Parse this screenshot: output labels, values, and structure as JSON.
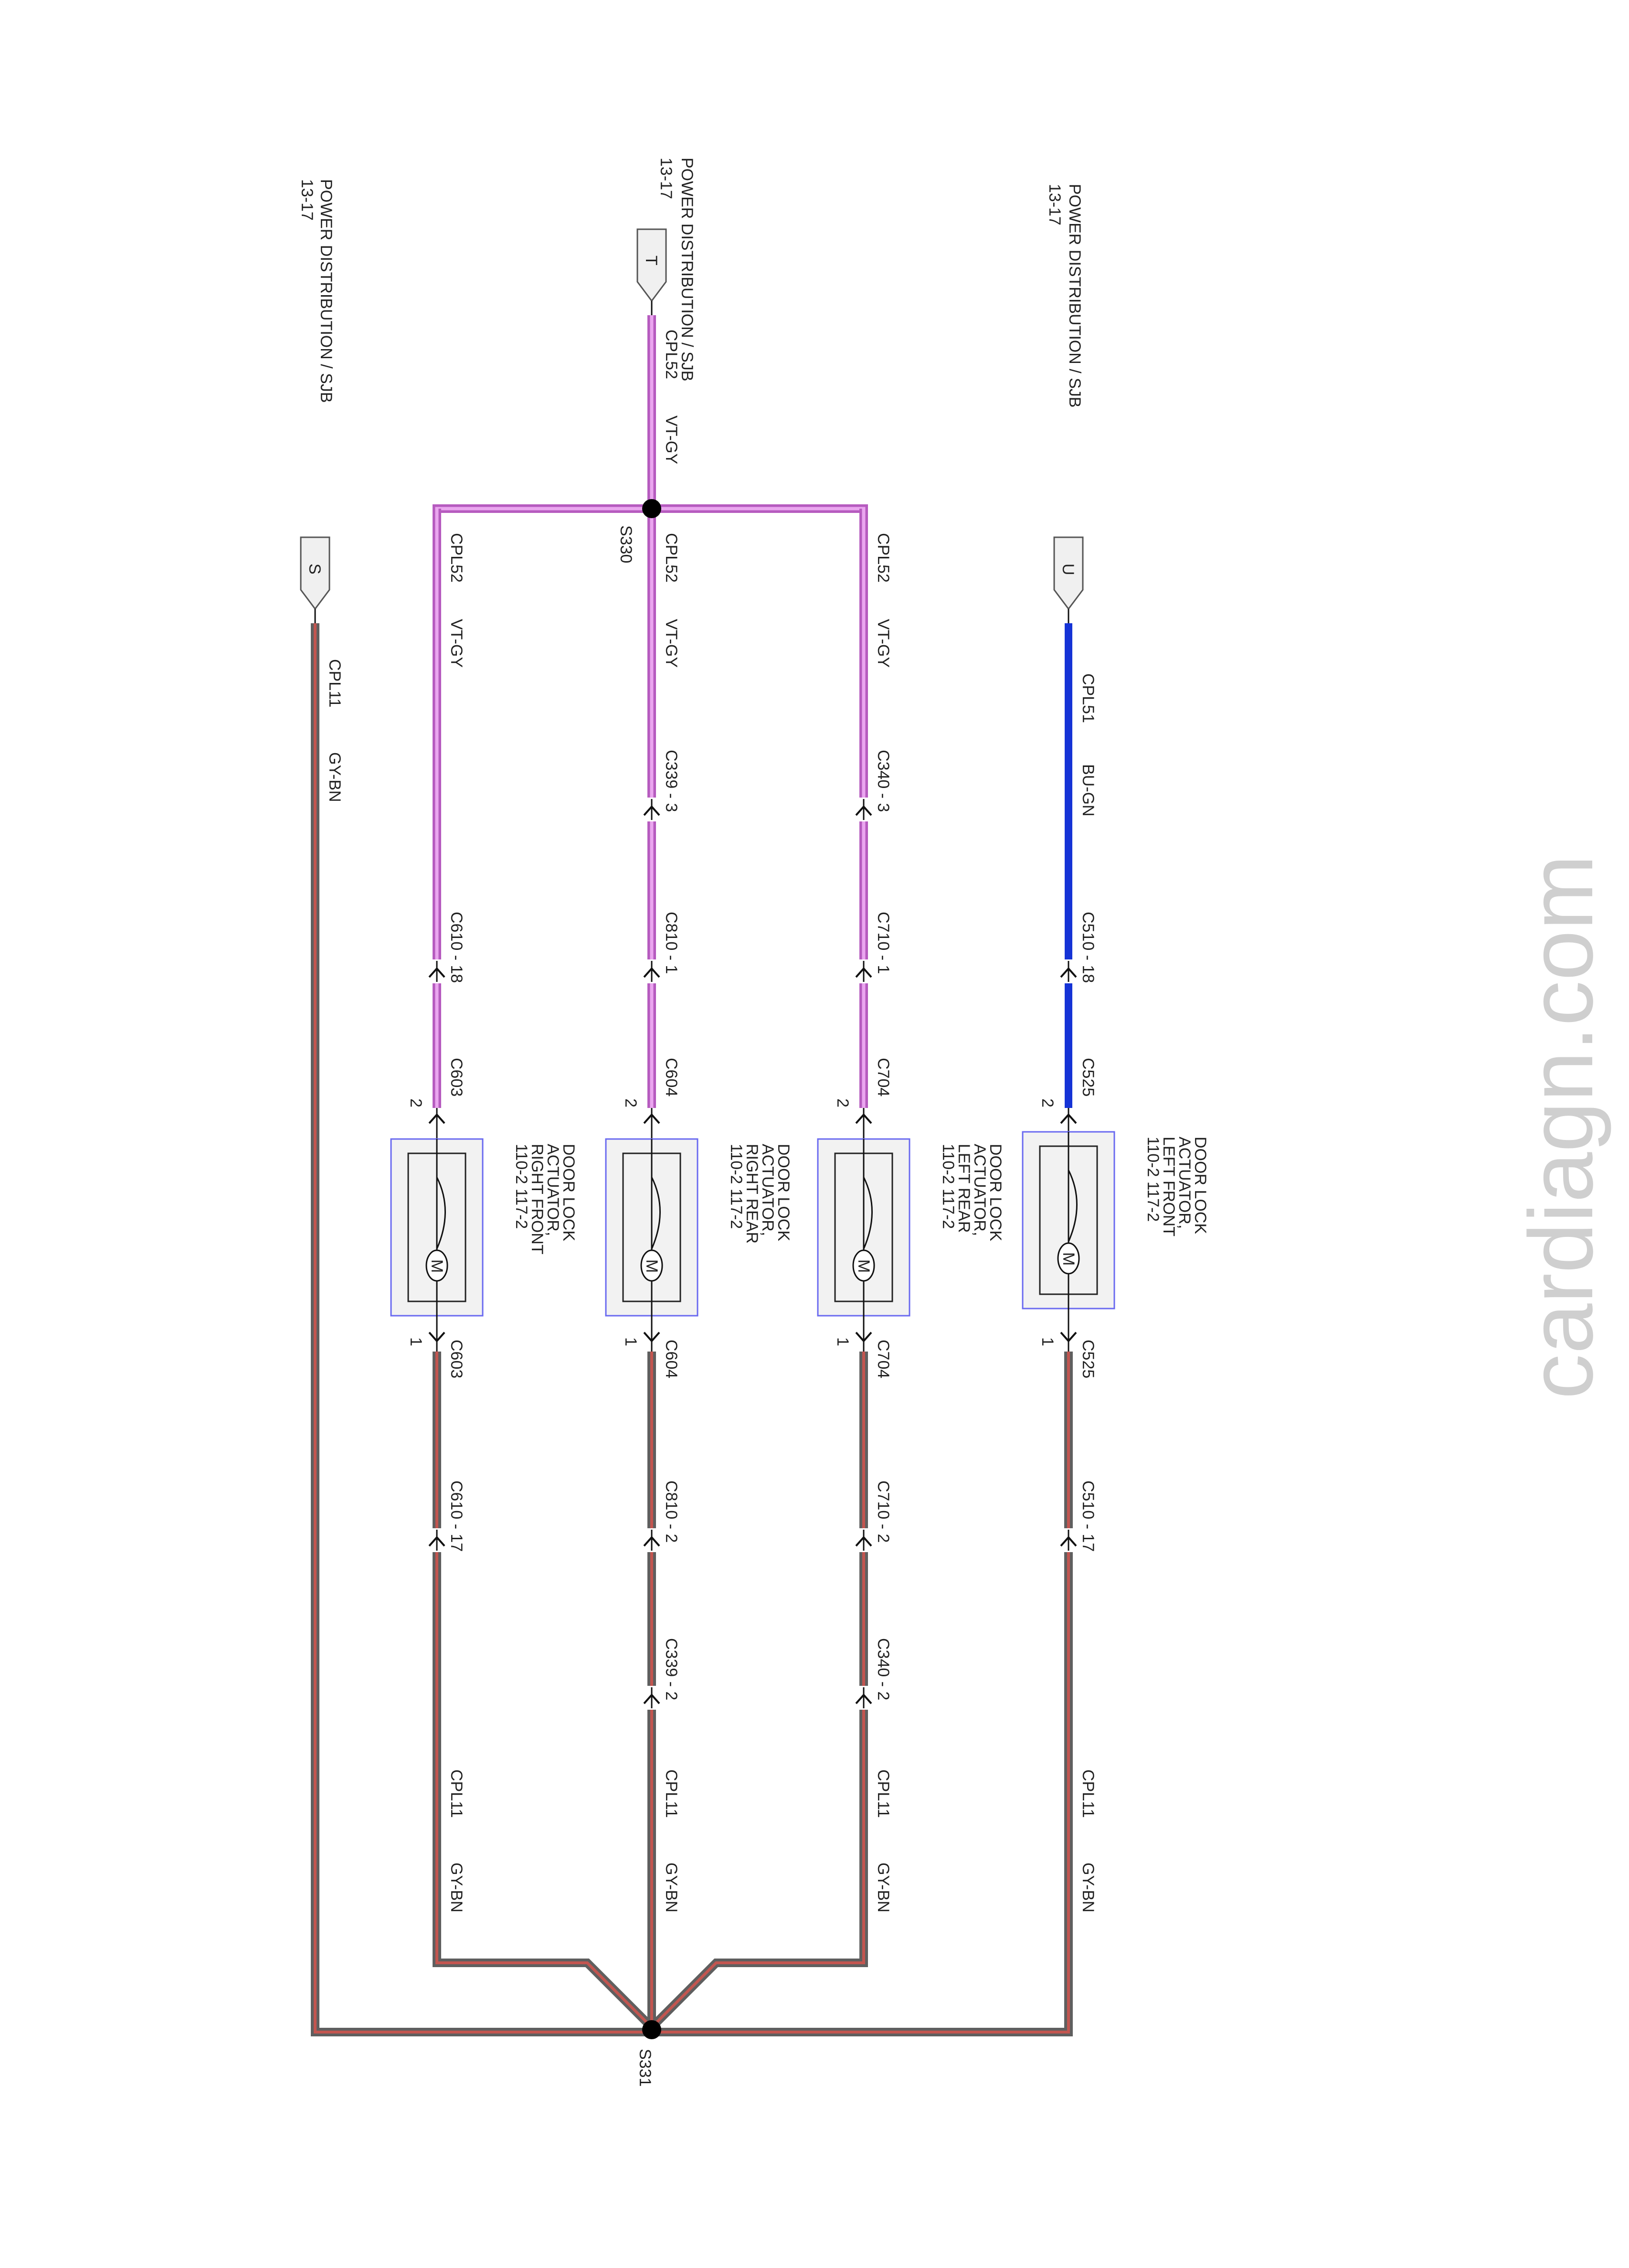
{
  "sources": [
    {
      "id": "left",
      "title": "POWER DISTRIBUTION / SJB",
      "page": "13-17",
      "pin": "S"
    },
    {
      "id": "middle",
      "title": "POWER DISTRIBUTION / SJB",
      "page": "13-17",
      "pin": "T"
    },
    {
      "id": "right",
      "title": "POWER DISTRIBUTION / SJB",
      "page": "13-17",
      "pin": "U"
    }
  ],
  "feed": {
    "circuit": "CPL52",
    "color": "VT-GY"
  },
  "splices": {
    "top": "S330",
    "bottom": "S331"
  },
  "ground_feed": {
    "circuit": "CPL11",
    "color": "GY-BN"
  },
  "columns": [
    {
      "id": "right-front",
      "top_circuit": "CPL52",
      "top_color": "VT-GY",
      "upper_connectors": [
        "C610 - 18"
      ],
      "module_connector": "C603",
      "pin_top": "2",
      "pin_bottom": "1",
      "module_label": [
        "DOOR LOCK",
        "ACTUATOR,",
        "RIGHT FRONT",
        "110-2  117-2"
      ],
      "lower_connectors": [
        "C610 - 17"
      ],
      "bottom_circuit": "CPL11",
      "bottom_color": "GY-BN",
      "wire": "pink"
    },
    {
      "id": "right-rear",
      "top_circuit": "CPL52",
      "top_color": "VT-GY",
      "upper_connectors": [
        "C339 - 3",
        "C810 - 1"
      ],
      "module_connector": "C604",
      "pin_top": "2",
      "pin_bottom": "1",
      "module_label": [
        "DOOR LOCK",
        "ACTUATOR,",
        "RIGHT REAR",
        "110-2  117-2"
      ],
      "lower_connectors": [
        "C810 - 2",
        "C339 - 2"
      ],
      "bottom_circuit": "CPL11",
      "bottom_color": "GY-BN",
      "wire": "pink"
    },
    {
      "id": "left-rear",
      "top_circuit": "CPL52",
      "top_color": "VT-GY",
      "upper_connectors": [
        "C340 - 3",
        "C710 - 1"
      ],
      "module_connector": "C704",
      "pin_top": "2",
      "pin_bottom": "1",
      "module_label": [
        "DOOR LOCK",
        "ACTUATOR,",
        "LEFT REAR",
        "110-2  117-2"
      ],
      "lower_connectors": [
        "C710 - 2",
        "C340 - 2"
      ],
      "bottom_circuit": "CPL11",
      "bottom_color": "GY-BN",
      "wire": "pink"
    },
    {
      "id": "left-front",
      "top_circuit": "CPL51",
      "top_color": "BU-GN",
      "upper_connectors": [
        "C510 - 18"
      ],
      "module_connector": "C525",
      "pin_top": "2",
      "pin_bottom": "1",
      "module_label": [
        "DOOR LOCK",
        "ACTUATOR,",
        "LEFT FRONT",
        "110-2  117-2"
      ],
      "lower_connectors": [
        "C510 - 17"
      ],
      "bottom_circuit": "CPL11",
      "bottom_color": "GY-BN",
      "wire": "blue"
    }
  ],
  "motor_symbol": "M",
  "watermark": "cardiagn.com",
  "colors": {
    "pink_outer": "#b65bbf",
    "pink_inner": "#eaa6ef",
    "blue": "#1533d6",
    "gybn_outer": "#5f5f5f",
    "gybn_inner": "#c25550",
    "module_border": "#6a6af0",
    "module_fill": "#f2f2f2"
  }
}
